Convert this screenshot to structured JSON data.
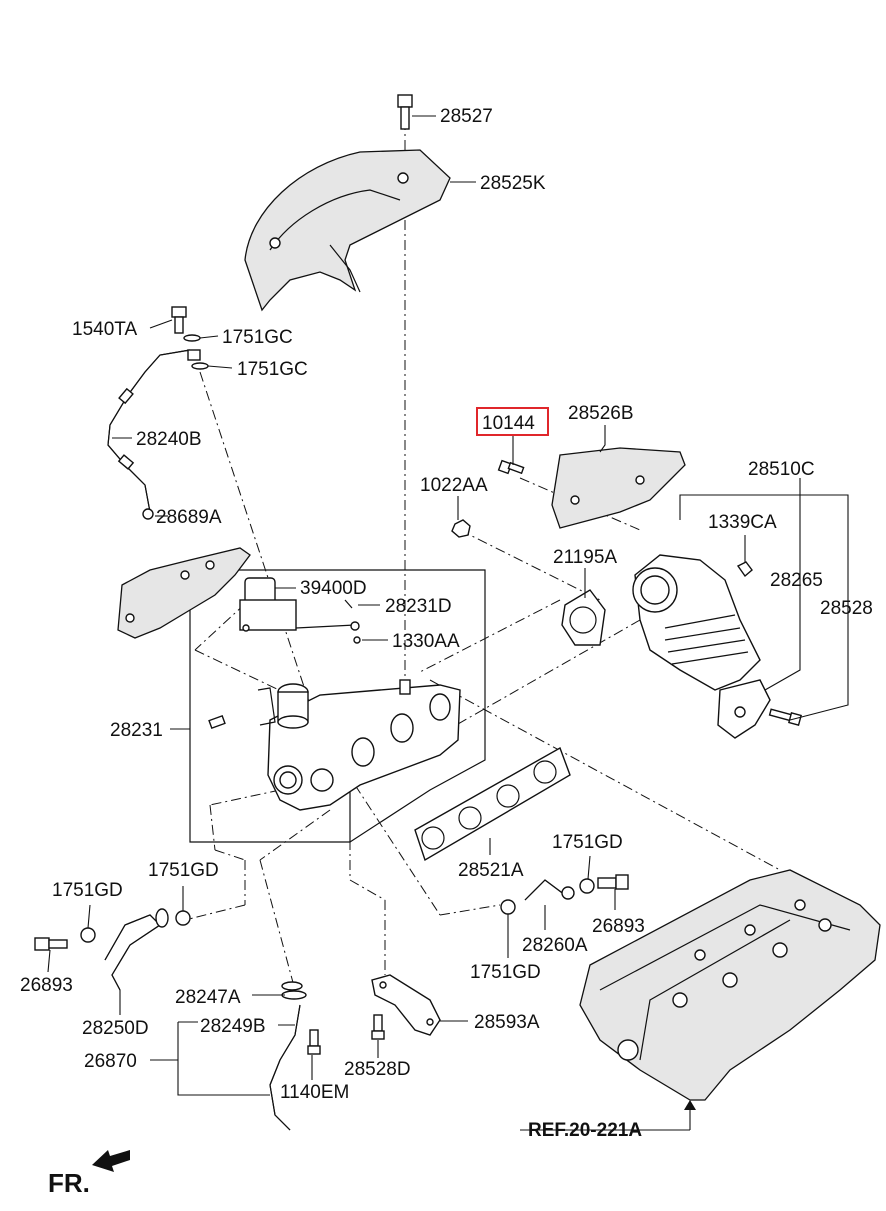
{
  "colors": {
    "highlight": "#e0262b",
    "line": "#111111",
    "background": "#ffffff"
  },
  "labels": {
    "p28527": "28527",
    "p28525K": "28525K",
    "p1540TA": "1540TA",
    "p1751GC_a": "1751GC",
    "p1751GC_b": "1751GC",
    "p28240B": "28240B",
    "p28689A": "28689A",
    "p10144": "10144",
    "p28526B": "28526B",
    "p28510C": "28510C",
    "p1022AA": "1022AA",
    "p1339CA": "1339CA",
    "p21195A": "21195A",
    "p28265": "28265",
    "p28528": "28528",
    "p39400D": "39400D",
    "p28231D": "28231D",
    "p1330AA": "1330AA",
    "p28231": "28231",
    "p28521A": "28521A",
    "p1751GD_a": "1751GD",
    "p1751GD_b": "1751GD",
    "p1751GD_c": "1751GD",
    "p1751GD_d": "1751GD",
    "p26893_a": "26893",
    "p26893_b": "26893",
    "p28260A": "28260A",
    "p28250D": "28250D",
    "p28247A": "28247A",
    "p28249B": "28249B",
    "p26870": "26870",
    "p1140EM": "1140EM",
    "p28593A": "28593A",
    "p28528D": "28528D",
    "ref": "REF.20-221A",
    "front": "FR."
  }
}
